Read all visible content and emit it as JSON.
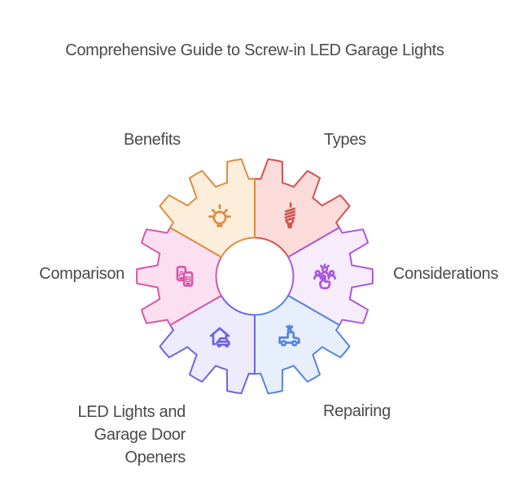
{
  "title": "Comprehensive Guide to Screw-in LED Garage Lights",
  "colors": {
    "text": "#4a4a4a",
    "background": "#ffffff"
  },
  "diagram": {
    "type": "gear-infographic",
    "segments": [
      {
        "id": "types",
        "label": "Types",
        "icon": "cfl-bulb-icon",
        "fill": "#fbdcda",
        "stroke": "#d25350"
      },
      {
        "id": "considerations",
        "label": "Considerations",
        "icon": "people-choice-icon",
        "fill": "#f6ecfc",
        "stroke": "#ab58de"
      },
      {
        "id": "repairing",
        "label": "Repairing",
        "icon": "tow-truck-icon",
        "fill": "#e7effc",
        "stroke": "#5585e0"
      },
      {
        "id": "led-openers",
        "label": "LED Lights and Garage Door Openers",
        "icon": "garage-car-icon",
        "fill": "#edebfc",
        "stroke": "#6e65e0"
      },
      {
        "id": "comparison",
        "label": "Comparison",
        "icon": "ab-phones-icon",
        "fill": "#fcdff1",
        "stroke": "#d957a5"
      },
      {
        "id": "benefits",
        "label": "Benefits",
        "icon": "idea-bulb-icon",
        "fill": "#fdeedb",
        "stroke": "#dd8d41"
      }
    ],
    "comparison_letters": {
      "a": "A",
      "b": "B"
    }
  }
}
